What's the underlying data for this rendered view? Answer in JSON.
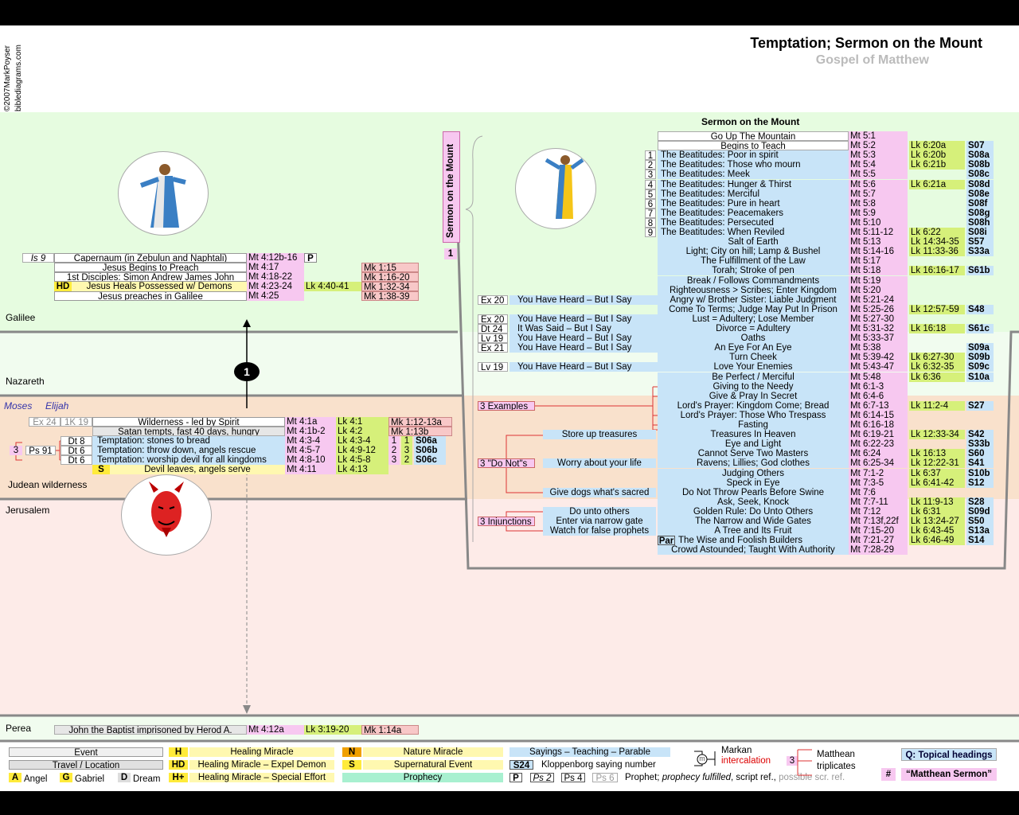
{
  "header": {
    "title": "Temptation; Sermon on the Mount",
    "subtitle": "Gospel of Matthew",
    "credit1": "©2007MarkPoyser",
    "credit2": "biblediagrams.com"
  },
  "regions": {
    "galilee": "Galilee",
    "nazareth": "Nazareth",
    "judean": "Judean wilderness",
    "jerusalem": "Jerusalem",
    "perea": "Perea"
  },
  "marker": "1",
  "galilee_rows": [
    {
      "pre": "Is 9",
      "event": "Capernaum (in Zebulun and Naphtali)",
      "mt": "Mt 4:12b-16",
      "p": "P",
      "lk": "",
      "mk": ""
    },
    {
      "pre": "",
      "event": "Jesus Begins to Preach",
      "mt": "Mt 4:17",
      "p": "",
      "lk": "",
      "mk": "Mk 1:15"
    },
    {
      "pre": "",
      "event": "1st Disciples: Simon Andrew James John",
      "mt": "Mt 4:18-22",
      "p": "",
      "lk": "",
      "mk": "Mk 1:16-20"
    },
    {
      "pre": "HD",
      "event": "Jesus Heals Possessed w/ Demons",
      "mt": "Mt 4:23-24",
      "p": "",
      "lk": "Lk 4:40-41",
      "mk": "Mk 1:32-34"
    },
    {
      "pre": "",
      "event": "Jesus preaches in Galilee",
      "mt": "Mt 4:25",
      "p": "",
      "lk": "",
      "mk": "Mk 1:38-39"
    }
  ],
  "wilderness": {
    "moses": "Moses",
    "elijah": "Elijah",
    "ex24": "Ex 24",
    "k19": "1K 19",
    "three": "3",
    "ps91": "Ps 91",
    "rows": [
      {
        "dt": "",
        "event": "Wilderness - led by Spirit",
        "mt": "Mt 4:1a",
        "lk": "Lk 4:1",
        "n1": "",
        "n2": "",
        "mk": "Mk 1:12-13a"
      },
      {
        "dt": "",
        "event": "Satan tempts, fast 40 days, hungry",
        "mt": "Mt 4:1b-2",
        "lk": "Lk 4:2",
        "n1": "",
        "n2": "",
        "mk": "Mk 1:13b"
      },
      {
        "dt": "Dt 8",
        "event": "Temptation: stones to bread",
        "mt": "Mt 4:3-4",
        "lk": "Lk 4:3-4",
        "n1": "1",
        "n2": "1",
        "mk": "S06a"
      },
      {
        "dt": "Dt 6",
        "event": "Temptation: throw down, angels rescue",
        "mt": "Mt 4:5-7",
        "lk": "Lk 4:9-12",
        "n1": "2",
        "n2": "3",
        "mk": "S06b"
      },
      {
        "dt": "Dt 6",
        "event": "Temptation: worship devil for all kingdoms",
        "mt": "Mt 4:8-10",
        "lk": "Lk 4:5-8",
        "n1": "3",
        "n2": "2",
        "mk": "S06c"
      },
      {
        "dt": "S",
        "event": "Devil leaves, angels serve",
        "mt": "Mt 4:11",
        "lk": "Lk 4:13",
        "n1": "",
        "n2": "",
        "mk": ""
      }
    ]
  },
  "perea_row": {
    "event": "John the Baptist imprisoned by Herod A.",
    "mt": "Mt 4:12a",
    "lk": "Lk 3:19-20",
    "mk": "Mk 1:14a"
  },
  "sermon": {
    "title": "Sermon on the Mount",
    "vertical": "Sermon on the Mount",
    "vertical_num": "1",
    "rows": [
      {
        "n": "",
        "event": "Go Up The Mountain",
        "mt": "Mt 5:1",
        "lk": "",
        "s": ""
      },
      {
        "n": "",
        "event": "Begins to Teach",
        "mt": "Mt 5:2",
        "lk": "Lk 6:20a",
        "s": "S07"
      },
      {
        "n": "1",
        "event": "The Beatitudes: Poor in spirit",
        "mt": "Mt 5:3",
        "lk": "Lk 6:20b",
        "s": "S08a"
      },
      {
        "n": "2",
        "event": "The Beatitudes: Those who mourn",
        "mt": "Mt 5:4",
        "lk": "Lk 6:21b",
        "s": "S08b"
      },
      {
        "n": "3",
        "event": "The Beatitudes: Meek",
        "mt": "Mt 5:5",
        "lk": "",
        "s": "S08c"
      },
      {
        "n": "4",
        "event": "The Beatitudes: Hunger & Thirst",
        "mt": "Mt 5:6",
        "lk": "Lk 6:21a",
        "s": "S08d"
      },
      {
        "n": "5",
        "event": "The Beatitudes: Merciful",
        "mt": "Mt 5:7",
        "lk": "",
        "s": "S08e"
      },
      {
        "n": "6",
        "event": "The Beatitudes: Pure in heart",
        "mt": "Mt 5:8",
        "lk": "",
        "s": "S08f"
      },
      {
        "n": "7",
        "event": "The Beatitudes: Peacemakers",
        "mt": "Mt 5:9",
        "lk": "",
        "s": "S08g"
      },
      {
        "n": "8",
        "event": "The Beatitudes: Persecuted",
        "mt": "Mt 5:10",
        "lk": "",
        "s": "S08h"
      },
      {
        "n": "9",
        "event": "The Beatitudes: When Reviled",
        "mt": "Mt 5:11-12",
        "lk": "Lk 6:22",
        "s": "S08i"
      },
      {
        "n": "",
        "event": "Salt of Earth",
        "mt": "Mt 5:13",
        "lk": "Lk 14:34-35",
        "s": "S57"
      },
      {
        "n": "",
        "event": "Light; City on hill; Lamp & Bushel",
        "mt": "Mt 5:14-16",
        "lk": "Lk 11:33-36",
        "s": "S33a"
      },
      {
        "n": "",
        "event": "The Fulfillment of the Law",
        "mt": "Mt 5:17",
        "lk": "",
        "s": ""
      },
      {
        "n": "",
        "event": "Torah; Stroke of pen",
        "mt": "Mt 5:18",
        "lk": "Lk 16:16-17",
        "s": "S61b"
      },
      {
        "n": "",
        "event": "Break / Follows Commandments",
        "mt": "Mt 5:19",
        "lk": "",
        "s": ""
      },
      {
        "n": "",
        "event": "Righteousness > Scribes; Enter Kingdom",
        "mt": "Mt 5:20",
        "lk": "",
        "s": ""
      },
      {
        "n": "",
        "event": "Angry w/ Brother Sister: Liable Judgment",
        "mt": "Mt 5:21-24",
        "lk": "",
        "s": ""
      },
      {
        "n": "",
        "event": "Come To Terms; Judge May Put In Prison",
        "mt": "Mt 5:25-26",
        "lk": "Lk 12:57-59",
        "s": "S48"
      },
      {
        "n": "",
        "event": "Lust = Adultery; Lose Member",
        "mt": "Mt 5:27-30",
        "lk": "",
        "s": ""
      },
      {
        "n": "",
        "event": "Divorce = Adultery",
        "mt": "Mt 5:31-32",
        "lk": "Lk 16:18",
        "s": "S61c"
      },
      {
        "n": "",
        "event": "Oaths",
        "mt": "Mt 5:33-37",
        "lk": "",
        "s": ""
      },
      {
        "n": "",
        "event": "An Eye For An Eye",
        "mt": "Mt 5:38",
        "lk": "",
        "s": "S09a"
      },
      {
        "n": "",
        "event": "Turn Cheek",
        "mt": "Mt 5:39-42",
        "lk": "Lk 6:27-30",
        "s": "S09b"
      },
      {
        "n": "",
        "event": "Love Your Enemies",
        "mt": "Mt 5:43-47",
        "lk": "Lk 6:32-35",
        "s": "S09c"
      },
      {
        "n": "",
        "event": "Be Perfect / Merciful",
        "mt": "Mt 5:48",
        "lk": "Lk 6:36",
        "s": "S10a"
      },
      {
        "n": "",
        "event": "Giving to the Needy",
        "mt": "Mt 6:1-3",
        "lk": "",
        "s": ""
      },
      {
        "n": "",
        "event": "Give & Pray In Secret",
        "mt": "Mt 6:4-6",
        "lk": "",
        "s": ""
      },
      {
        "n": "",
        "event": "Lord's Prayer: Kingdom Come; Bread",
        "mt": "Mt 6:7-13",
        "lk": "Lk 11:2-4",
        "s": "S27"
      },
      {
        "n": "",
        "event": "Lord's Prayer: Those Who Trespass",
        "mt": "Mt 6:14-15",
        "lk": "",
        "s": ""
      },
      {
        "n": "",
        "event": "Fasting",
        "mt": "Mt 6:16-18",
        "lk": "",
        "s": ""
      },
      {
        "n": "",
        "event": "Treasures In Heaven",
        "mt": "Mt 6:19-21",
        "lk": "Lk 12:33-34",
        "s": "S42"
      },
      {
        "n": "",
        "event": "Eye and Light",
        "mt": "Mt 6:22-23",
        "lk": "",
        "s": "S33b"
      },
      {
        "n": "",
        "event": "Cannot Serve Two Masters",
        "mt": "Mt 6:24",
        "lk": "Lk 16:13",
        "s": "S60"
      },
      {
        "n": "",
        "event": "Ravens; Lillies; God clothes",
        "mt": "Mt 6:25-34",
        "lk": "Lk 12:22-31",
        "s": "S41"
      },
      {
        "n": "",
        "event": "Judging Others",
        "mt": "Mt 7:1-2",
        "lk": "Lk 6:37",
        "s": "S10b"
      },
      {
        "n": "",
        "event": "Speck in Eye",
        "mt": "Mt 7:3-5",
        "lk": "Lk 6:41-42",
        "s": "S12"
      },
      {
        "n": "",
        "event": "Do Not Throw Pearls Before Swine",
        "mt": "Mt 7:6",
        "lk": "",
        "s": ""
      },
      {
        "n": "",
        "event": "Ask, Seek, Knock",
        "mt": "Mt 7:7-11",
        "lk": "Lk 11:9-13",
        "s": "S28"
      },
      {
        "n": "",
        "event": "Golden Rule: Do Unto Others",
        "mt": "Mt 7:12",
        "lk": "Lk 6:31",
        "s": "S09d"
      },
      {
        "n": "",
        "event": "The Narrow and Wide Gates",
        "mt": "Mt 7:13f,22f",
        "lk": "Lk 13:24-27",
        "s": "S50"
      },
      {
        "n": "",
        "event": "A Tree and Its Fruit",
        "mt": "Mt 7:15-20",
        "lk": "Lk 6:43-45",
        "s": "S13a"
      },
      {
        "n": "Par",
        "event": "The Wise and Foolish Builders",
        "mt": "Mt 7:21-27",
        "lk": "Lk 6:46-49",
        "s": "S14"
      },
      {
        "n": "",
        "event": "Crowd Astounded; Taught With Authority",
        "mt": "Mt 7:28-29",
        "lk": "",
        "s": ""
      }
    ],
    "left_refs": [
      {
        "row": 17,
        "ref": "Ex 20",
        "text": "You Have Heard – But I Say"
      },
      {
        "row": 19,
        "ref": "Ex 20",
        "text": "You Have Heard – But I Say"
      },
      {
        "row": 20,
        "ref": "Dt 24",
        "text": "It Was Said        – But I Say"
      },
      {
        "row": 21,
        "ref": "Lv 19",
        "text": "You Have Heard – But I Say"
      },
      {
        "row": 22,
        "ref": "Ex 21",
        "text": "You Have Heard – But I Say"
      },
      {
        "row": 24,
        "ref": "Lv 19",
        "text": "You Have Heard – But I Say"
      }
    ],
    "sayings": [
      {
        "row": 31,
        "text": "Store up treasures"
      },
      {
        "row": 34,
        "text": "Worry about your life"
      },
      {
        "row": 37,
        "text": "Give dogs what's sacred"
      },
      {
        "row": 39,
        "text": "Do unto others"
      },
      {
        "row": 40,
        "text": "Enter via narrow gate"
      },
      {
        "row": 41,
        "text": "Watch for false prophets"
      }
    ],
    "groups": [
      {
        "row": 28,
        "text": "3 Examples"
      },
      {
        "row": 34,
        "text": "3 \"Do Not\"s"
      },
      {
        "row": 40,
        "text": "3 Injunctions"
      }
    ]
  },
  "legend": {
    "event": "Event",
    "travel": "Travel / Location",
    "angel_k": "A",
    "angel": "Angel",
    "gabriel_k": "G",
    "gabriel": "Gabriel",
    "dream_k": "D",
    "dream": "Dream",
    "h_k": "H",
    "h": "Healing Miracle",
    "hd_k": "HD",
    "hd": "Healing Miracle – Expel Demon",
    "hp_k": "H+",
    "hp": "Healing Miracle – Special Effort",
    "n_k": "N",
    "n": "Nature Miracle",
    "s_k": "S",
    "s": "Supernatural Event",
    "prophecy": "Prophecy",
    "sayings": "Sayings – Teaching – Parable",
    "s24_k": "S24",
    "s24": "Kloppenborg saying number",
    "p_k": "P",
    "ps2": "Ps 2",
    "ps4": "Ps 4",
    "ps6": "Ps 6",
    "prophet_a": "Prophet;",
    "prophet_b": "prophecy fulfilled",
    "prophet_c": ", script ref.,",
    "prophet_d": "possible scr. ref.",
    "markan": "Markan",
    "intercalation": "intercalation",
    "m": "m",
    "three": "3",
    "matthean": "Matthean",
    "triplicates": "triplicates",
    "q": "Q: Topical headings",
    "hash": "#",
    "ms": "“Matthean Sermon”"
  },
  "colors": {
    "green": "#e6fce0",
    "peach": "#f9e1cc",
    "pink": "#fdebe8",
    "ref": "#f7c8f0",
    "lk": "#d6f07a",
    "sq": "#c8e4f8",
    "mk": "#f8c8c8"
  }
}
